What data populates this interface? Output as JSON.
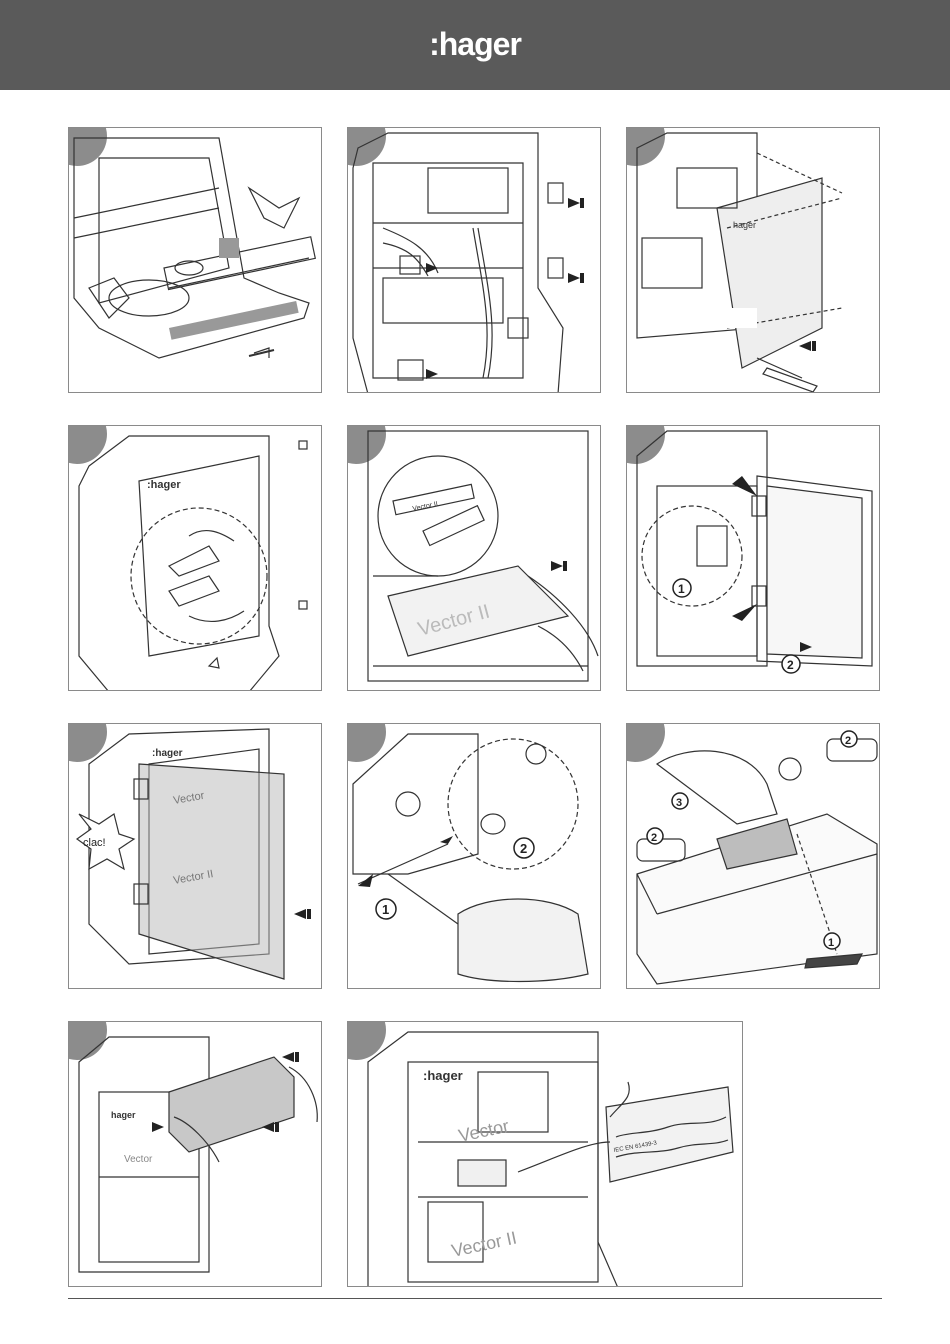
{
  "header": {
    "brand": ":hager",
    "bg_color": "#5a5a5a"
  },
  "panels": [
    {
      "id": 1,
      "labels": []
    },
    {
      "id": 2,
      "labels": []
    },
    {
      "id": 3,
      "labels": [
        "hager"
      ]
    },
    {
      "id": 4,
      "labels": [
        ":hager"
      ]
    },
    {
      "id": 5,
      "labels": [
        "Vector II",
        "Vector II"
      ]
    },
    {
      "id": 6,
      "labels": [
        "1",
        "2"
      ]
    },
    {
      "id": 7,
      "labels": [
        ":hager",
        "Vector",
        "Vector II",
        "clac!"
      ]
    },
    {
      "id": 8,
      "labels": [
        "1",
        "2"
      ]
    },
    {
      "id": 9,
      "labels": [
        "1",
        "2",
        "2",
        "3"
      ]
    },
    {
      "id": 10,
      "labels": [
        "hager",
        "Vector"
      ]
    },
    {
      "id": 11,
      "labels": [
        ":hager",
        "Vector",
        "Vector II",
        "IEC EN 61439-3"
      ]
    }
  ]
}
